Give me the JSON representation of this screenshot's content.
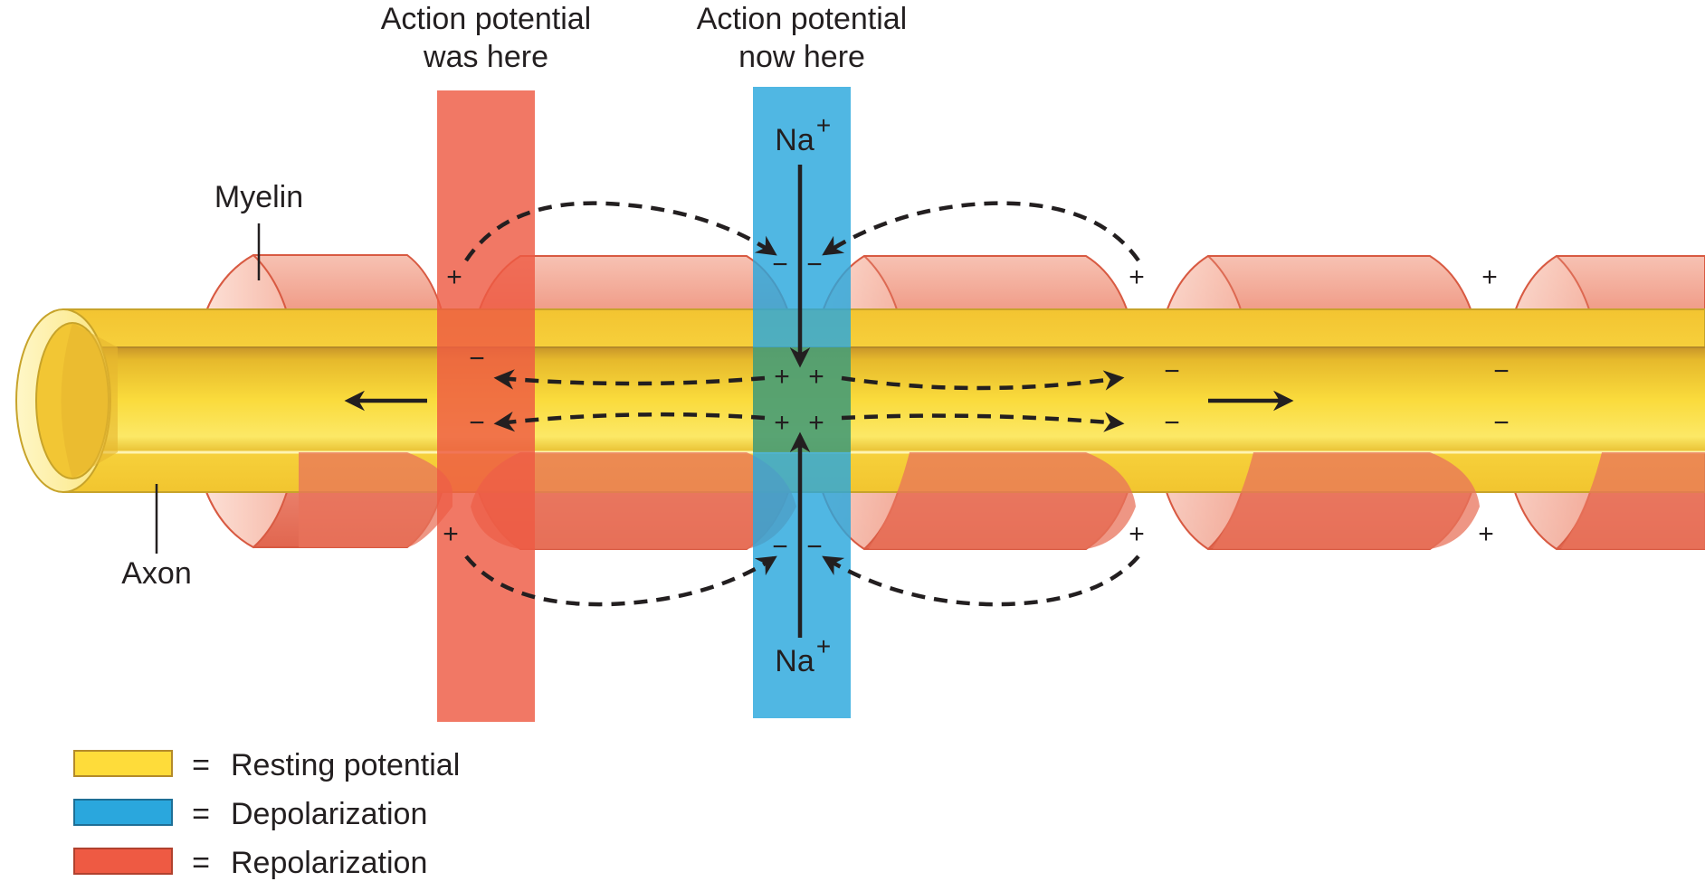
{
  "labels": {
    "ap_was_here": [
      "Action potential",
      "was here"
    ],
    "ap_now_here": [
      "Action potential",
      "now here"
    ],
    "myelin": "Myelin",
    "axon": "Axon",
    "sodium": "Na",
    "sodium_charge": "+"
  },
  "signs": {
    "positive": "+",
    "negative": "−"
  },
  "legend": [
    {
      "color": "#fedc3a",
      "equals": "=",
      "label": "Resting potential"
    },
    {
      "color": "#2aa7dd",
      "equals": "=",
      "label": "Depolarization"
    },
    {
      "color": "#ee5a43",
      "equals": "=",
      "label": "Repolarization"
    }
  ],
  "colors": {
    "axon": "#f7d238",
    "myelin": "#ec8a78",
    "depolarization": "#2aa7dd",
    "repolarization": "#ee5a43"
  }
}
